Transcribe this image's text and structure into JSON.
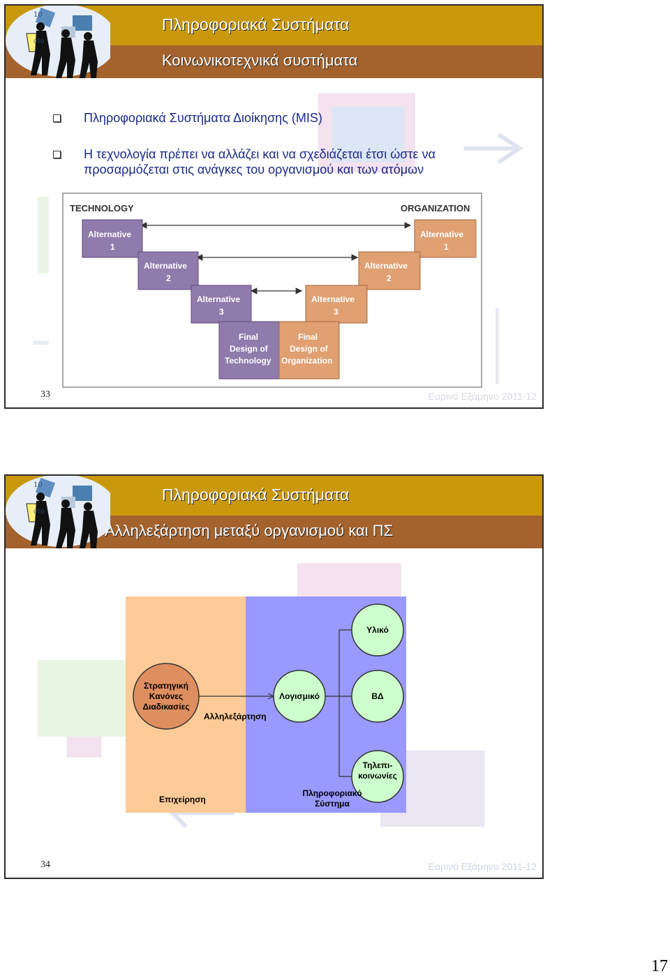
{
  "slide1": {
    "title": "Πληροφοριακά Συστήματα",
    "subtitle": "Κοινωνικοτεχνικά συστήματα",
    "bullets": [
      "Πληροφοριακά Συστήματα  Διοίκησης (MIS)",
      "Η τεχνολογία πρέπει να αλλάζει και να σχεδιάζεται έτσι ώστε να",
      "προσαρμόζεται στις ανάγκες του οργανισμού και των ατόμων"
    ],
    "diagram": {
      "left_heading": "TECHNOLOGY",
      "right_heading": "ORGANIZATION",
      "tech_boxes": [
        {
          "line1": "Alternative",
          "line2": "1"
        },
        {
          "line1": "Alternative",
          "line2": "2"
        },
        {
          "line1": "Alternative",
          "line2": "3"
        },
        {
          "line1": "Final",
          "line2": "Design of",
          "line3": "Technology"
        }
      ],
      "org_boxes": [
        {
          "line1": "Alternative",
          "line2": "1"
        },
        {
          "line1": "Alternative",
          "line2": "2"
        },
        {
          "line1": "Alternative",
          "line2": "3"
        },
        {
          "line1": "Final",
          "line2": "Design of",
          "line3": "Organization"
        }
      ],
      "colors": {
        "tech": "#8f7bac",
        "org": "#e0a071"
      }
    },
    "slide_number": "33",
    "term": "Εαρινό Εξάμηνο 2011-12"
  },
  "slide2": {
    "title": "Πληροφοριακά Συστήματα",
    "subtitle": "Αλληλεξάρτηση μεταξύ οργανισμού και ΠΣ",
    "diagram": {
      "business_label": "Επιχείρηση",
      "is_label_line1": "Πληροφοριακό",
      "is_label_line2": "Σύστημα",
      "strategy_lines": [
        "Στρατηγική",
        "Κανόνες",
        "Διαδικασίες"
      ],
      "interdependence": "Αλληλεξάρτηση",
      "software": "Λογισμικό",
      "hardware": "Υλικό",
      "database": "ΒΔ",
      "telecom_line1": "Τηλεπι-",
      "telecom_line2": "κοινωνίες",
      "colors": {
        "business": "#fecb98",
        "is": "#9999ff",
        "circle_green": "#ccffcc",
        "circle_orange": "#df8e5f"
      }
    },
    "slide_number": "34",
    "term": "Εαρινό Εξάμηνο 2011-12"
  },
  "page_number": "17"
}
